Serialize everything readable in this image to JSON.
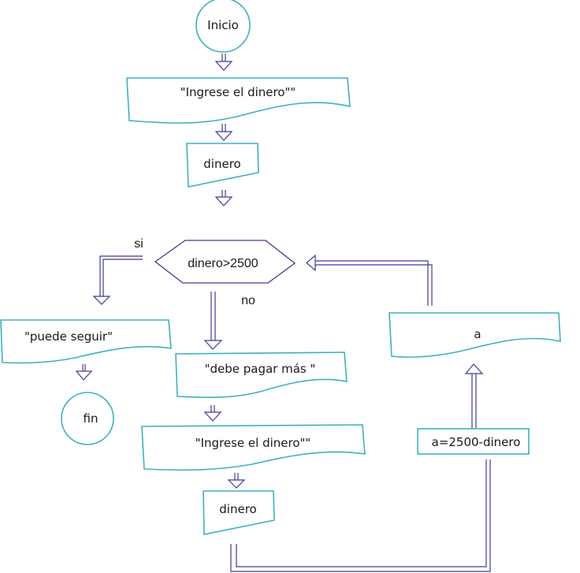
{
  "diagram": {
    "type": "flowchart",
    "colors": {
      "shape_stroke": "#3bb3bf",
      "arrow_stroke": "#3c3c96",
      "text": "#1a1a1a"
    },
    "nodes": {
      "start": {
        "shape": "terminal",
        "label": "Inicio"
      },
      "prompt1": {
        "shape": "document",
        "label": "\"Ingrese el dinero\"\""
      },
      "input1": {
        "shape": "manual-input",
        "label": "dinero"
      },
      "decision": {
        "shape": "hexagon-decision",
        "label": "dinero>2500"
      },
      "msg_ok": {
        "shape": "document",
        "label": "\"puede seguir\""
      },
      "end": {
        "shape": "terminal",
        "label": "fin"
      },
      "msg_pay": {
        "shape": "document",
        "label": "\"debe pagar más \""
      },
      "prompt2": {
        "shape": "document",
        "label": "\"Ingrese el dinero\"\""
      },
      "input2": {
        "shape": "manual-input",
        "label": "dinero"
      },
      "calc": {
        "shape": "process",
        "label": "a=2500-dinero"
      },
      "output_a": {
        "shape": "document",
        "label": "a"
      }
    },
    "edge_labels": {
      "yes": "si",
      "no": "no"
    },
    "edges": [
      {
        "from": "start",
        "to": "prompt1"
      },
      {
        "from": "prompt1",
        "to": "input1"
      },
      {
        "from": "input1",
        "to": "decision"
      },
      {
        "from": "decision",
        "to": "msg_ok",
        "label": "si"
      },
      {
        "from": "msg_ok",
        "to": "end"
      },
      {
        "from": "decision",
        "to": "msg_pay",
        "label": "no"
      },
      {
        "from": "msg_pay",
        "to": "prompt2"
      },
      {
        "from": "prompt2",
        "to": "input2"
      },
      {
        "from": "input2",
        "to": "calc"
      },
      {
        "from": "calc",
        "to": "output_a"
      },
      {
        "from": "output_a",
        "to": "decision"
      }
    ]
  }
}
